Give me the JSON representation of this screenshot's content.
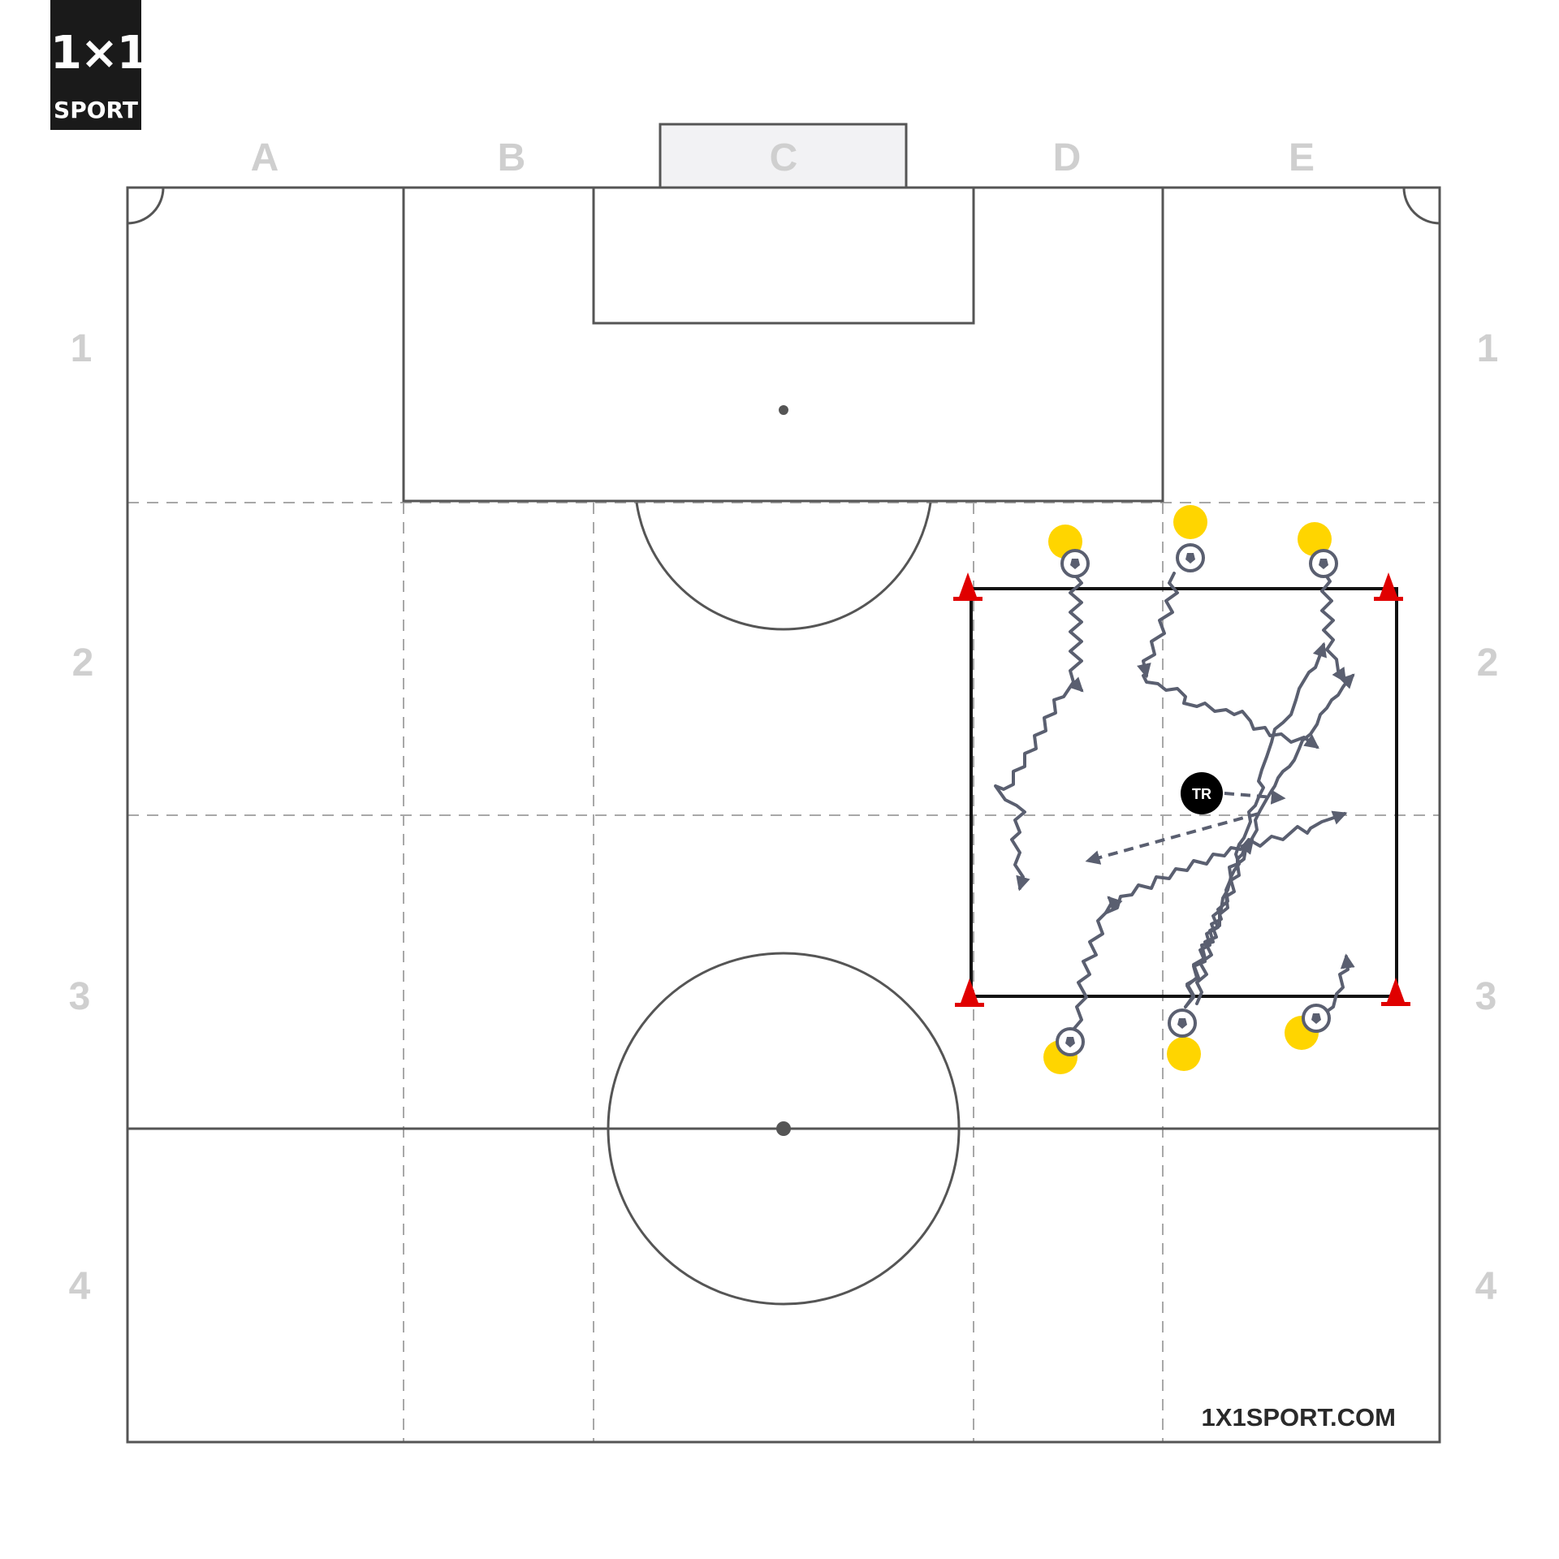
{
  "logo": {
    "mark": "1×1",
    "word": "SPORT"
  },
  "columns": [
    "A",
    "B",
    "C",
    "D",
    "E"
  ],
  "rows": [
    "1",
    "2",
    "3",
    "4"
  ],
  "website": "1X1SPORT.COM",
  "trainer": {
    "label": "TR"
  },
  "colors": {
    "pitch_lines": "#555555",
    "grid_lines": "#a8a8a8",
    "goal_fill": "#f2f2f4",
    "player": "#ffd500",
    "cone": "#e00000",
    "dribble": "#5a5f70",
    "trainer": "#000000"
  },
  "icons": [
    "cone-icon",
    "soccer-ball-icon",
    "player-icon",
    "trainer-icon",
    "logo-icon"
  ]
}
